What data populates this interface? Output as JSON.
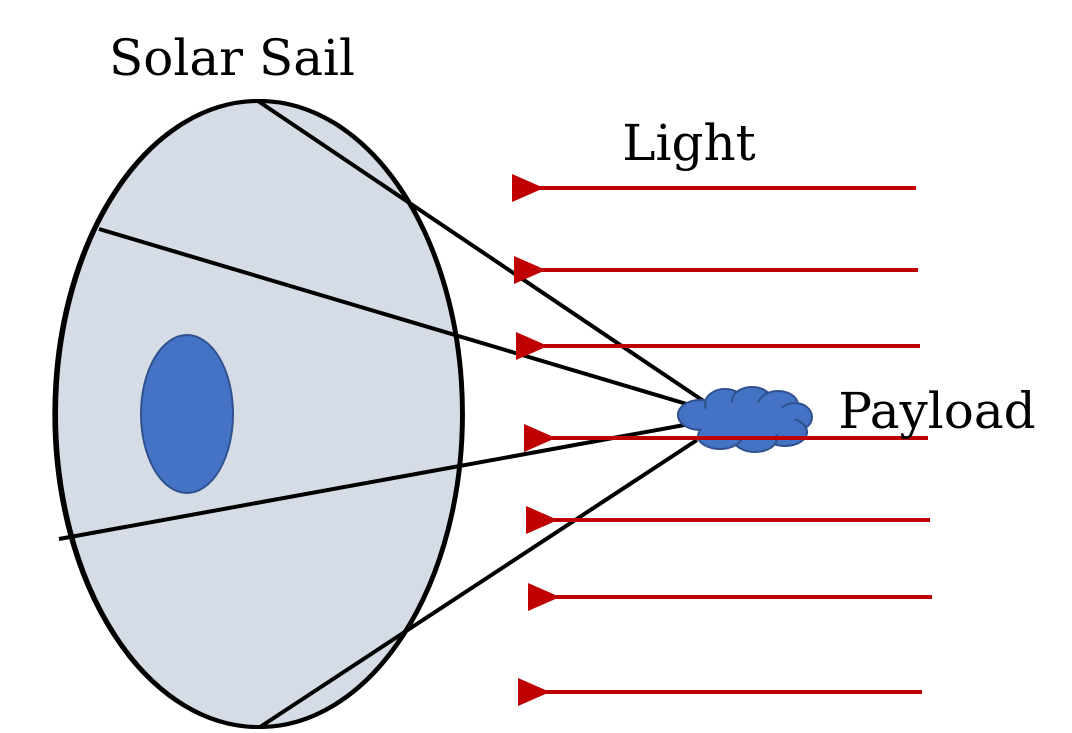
{
  "labels": {
    "sail": "Solar Sail",
    "light": "Light",
    "payload": "Payload"
  },
  "colors": {
    "sail_fill": "#d6dce5",
    "sail_stroke": "#000000",
    "spot_fill": "#4472c4",
    "spot_stroke": "#2f528f",
    "payload_fill": "#4472c4",
    "light_arrow": "#c00000",
    "tether": "#000000"
  },
  "light_arrow_count": 7,
  "tether_count": 4
}
